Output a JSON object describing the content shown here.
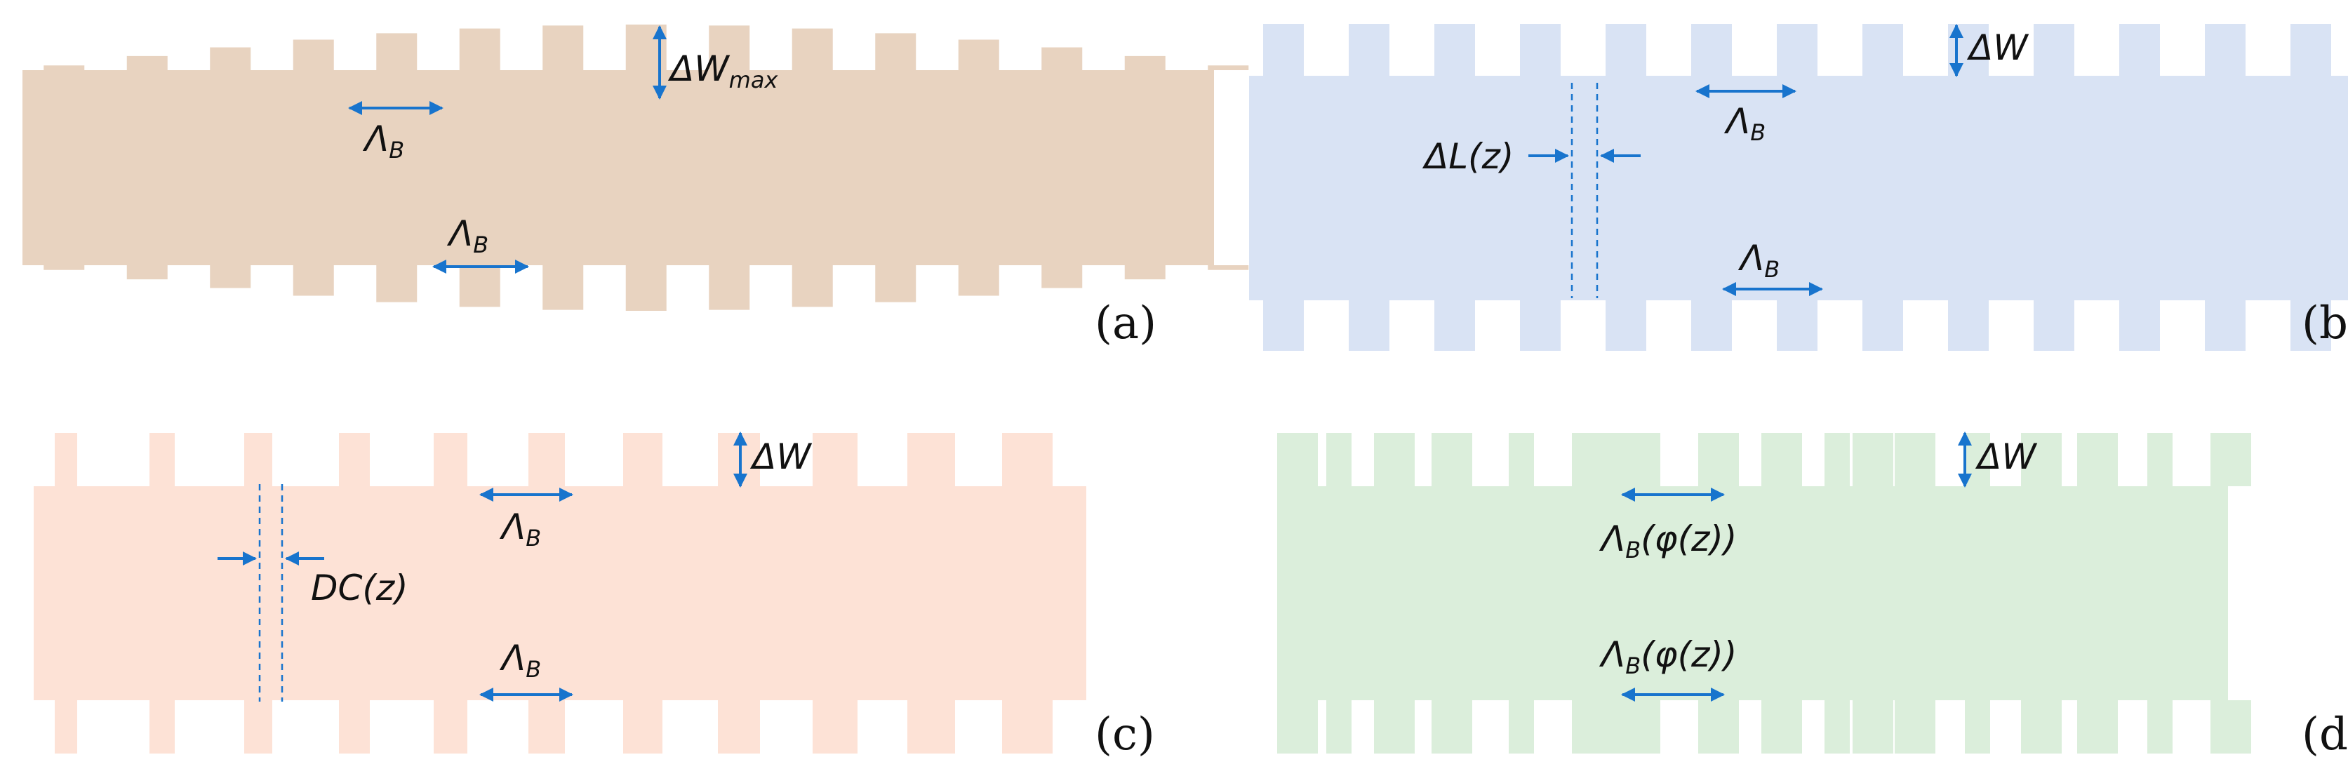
{
  "colors": {
    "panel_a_fill": "#e8d3c0",
    "panel_b_fill": "#d9e3f4",
    "panel_c_fill": "#fde2d6",
    "panel_d_fill": "#dbeedb",
    "arrow": "#1874cd"
  },
  "panels": {
    "a": {
      "tag": "(a)",
      "labels": {
        "delta_w_max": "ΔW",
        "delta_w_max_sub": "max",
        "lambda_b_top": "Λ",
        "lambda_b_top_sub": "B",
        "lambda_b_bottom": "Λ",
        "lambda_b_bottom_sub": "B"
      }
    },
    "b": {
      "tag": "(b)",
      "labels": {
        "delta_w": "ΔW",
        "lambda_b_top": "Λ",
        "lambda_b_top_sub": "B",
        "delta_l": "ΔL(z)",
        "lambda_b_bottom": "Λ",
        "lambda_b_bottom_sub": "B"
      }
    },
    "c": {
      "tag": "(c)",
      "labels": {
        "delta_w": "ΔW",
        "lambda_b_top": "Λ",
        "lambda_b_top_sub": "B",
        "duty_cycle": "DC(z)",
        "lambda_b_bottom": "Λ",
        "lambda_b_bottom_sub": "B"
      }
    },
    "d": {
      "tag": "(d)",
      "labels": {
        "delta_w": "ΔW",
        "lambda_b_phi_top": "Λ",
        "lambda_b_phi_top_sub": "B",
        "lambda_b_phi_top_arg": "(φ(z))",
        "lambda_b_phi_bottom": "Λ",
        "lambda_b_phi_bottom_sub": "B",
        "lambda_b_phi_bottom_arg": "(φ(z))"
      }
    }
  }
}
